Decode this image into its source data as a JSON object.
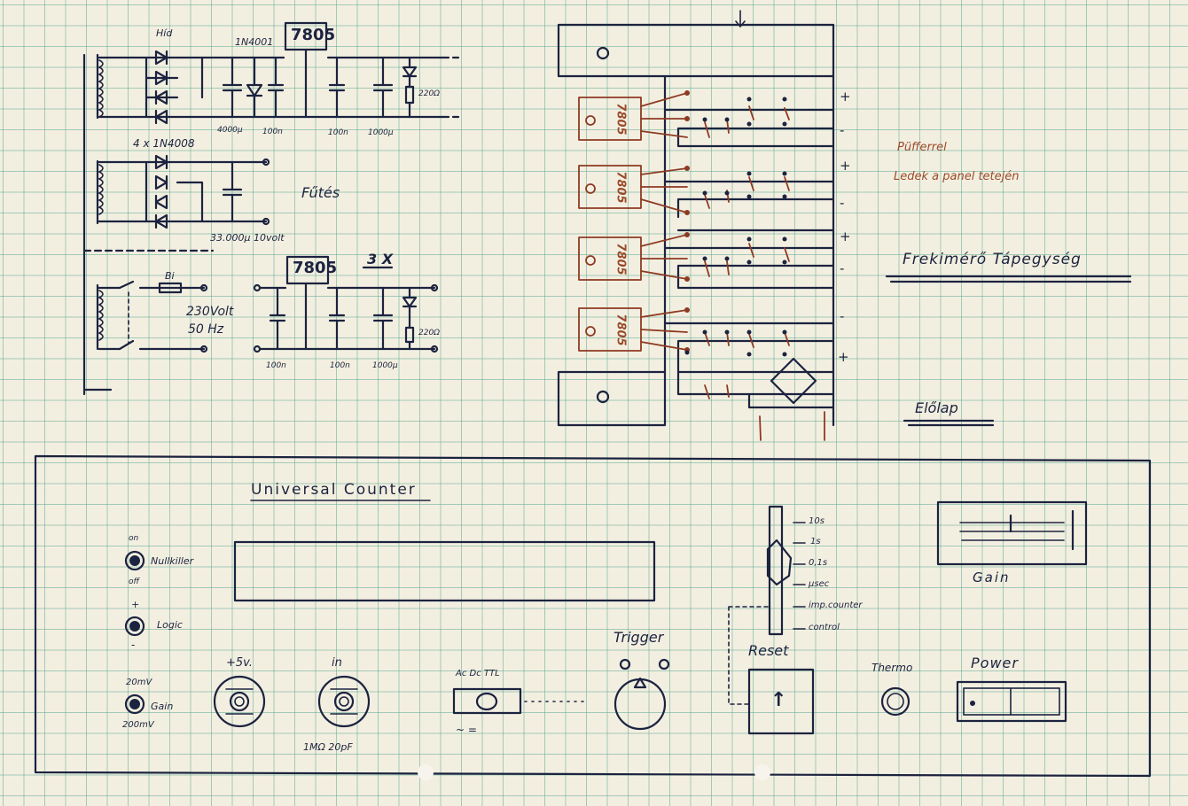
{
  "power_supply": {
    "bridge_label": "Híd",
    "diode_label": "1N4001",
    "regulator_top": "7805",
    "cap_values_top": [
      "4000µ",
      "100n",
      "100n",
      "1000µ"
    ],
    "led_resistor_top": "220Ω",
    "diode_bridge_note": "4 x 1N4008",
    "heating_label": "Fűtés",
    "heating_cap": "33.000µ 10volt",
    "fuse_label": "Bi",
    "mains_label_1": "230Volt",
    "mains_label_2": "50 Hz",
    "regulator_bottom": "7805",
    "multiplier": "3 X",
    "cap_values_bottom": [
      "100n",
      "100n",
      "1000µ"
    ],
    "led_resistor_bottom": "220Ω"
  },
  "pcb": {
    "regulators": [
      "7805",
      "7805",
      "7805",
      "7805"
    ],
    "polarity": [
      "+",
      "-",
      "+",
      "-",
      "+",
      "-",
      "-",
      "+"
    ]
  },
  "notes": {
    "note_1": "Püfferrel",
    "note_2": "Ledek a panel tetején",
    "title": "Frekimérő Tápegység",
    "front_label": "Előlap"
  },
  "front_panel": {
    "title": "Universal Counter",
    "nullkiller_on": "on",
    "nullkiller_label": "Nullkiller",
    "nullkiller_off": "off",
    "logic_plus": "+",
    "logic_label": "Logic",
    "logic_minus": "-",
    "gain_top": "20mV",
    "gain_label": "Gain",
    "gain_bottom": "200mV",
    "plus5v_label": "+5v.",
    "in_label": "in",
    "in_spec": "1MΩ 20pF",
    "coupling_labels": "Ac  Dc  TTL",
    "coupling_symbols": "~   =",
    "trigger_label": "Trigger",
    "timebase_options": [
      "10s",
      "1s",
      "0,1s",
      "µsec",
      "imp.counter",
      "control"
    ],
    "reset_label": "Reset",
    "reset_symbol": "↑",
    "gain_meter_label": "Gain",
    "thermo_label": "Thermo",
    "power_label": "Power"
  }
}
